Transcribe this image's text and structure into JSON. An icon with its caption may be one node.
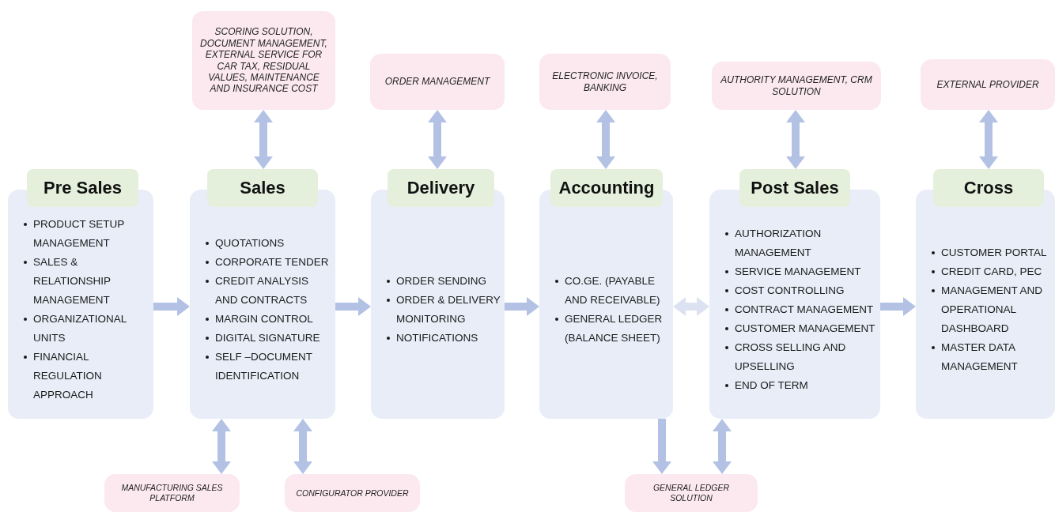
{
  "diagram": {
    "nodes": [
      {
        "text": [
          "SCORING SOLUTION, DOCUMENT MANAGEMENT, EXTERNAL SERVICE FOR CAR TAX, RESIDUAL VALUES, MAINTENANCE AND INSURANCE COST"
        ]
      },
      {
        "text": [
          "ORDER MANAGEMENT"
        ]
      },
      {
        "text": [
          "ELECTRONIC INVOICE, BANKING"
        ]
      },
      {
        "text": [
          "AUTHORITY MANAGEMENT, CRM SOLUTION"
        ]
      },
      {
        "text": [
          "EXTERNAL PROVIDER"
        ]
      },
      {
        "text": [
          "Pre Sales",
          "PRODUCT SETUP MANAGEMENT",
          "SALES & RELATIONSHIP MANAGEMENT",
          "ORGANIZATIONAL UNITS",
          "FINANCIAL REGULATION APPROACH"
        ]
      },
      {
        "text": [
          "Sales",
          "QUOTATIONS",
          "CORPORATE TENDER",
          "CREDIT ANALYSIS AND CONTRACTS",
          "MARGIN CONTROL",
          "DIGITAL SIGNATURE",
          "SELF –DOCUMENT IDENTIFICATION"
        ]
      },
      {
        "text": [
          "Delivery",
          "ORDER SENDING",
          "ORDER & DELIVERY MONITORING",
          "NOTIFICATIONS"
        ]
      },
      {
        "text": [
          "Accounting",
          "CO.GE. (PAYABLE AND RECEIVABLE)",
          "GENERAL LEDGER (BALANCE SHEET)"
        ]
      },
      {
        "text": [
          "Post Sales",
          "AUTHORIZATION MANAGEMENT",
          "SERVICE MANAGEMENT",
          "COST CONTROLLING",
          "CONTRACT MANAGEMENT",
          "CUSTOMER MANAGEMENT",
          "CROSS SELLING AND UPSELLING",
          "END OF TERM"
        ]
      },
      {
        "text": [
          "Cross",
          "CUSTOMER PORTAL",
          "CREDIT CARD, PEC",
          "MANAGEMENT AND OPERATIONAL DASHBOARD",
          "MASTER DATA MANAGEMENT"
        ]
      },
      {
        "text": [
          "MANUFACTURING SALES PLATFORM"
        ]
      },
      {
        "text": [
          "CONFIGURATOR PROVIDER"
        ]
      },
      {
        "text": [
          "GENERAL LEDGER SOLUTION"
        ]
      }
    ],
    "edges": [
      {
        "from": 5,
        "to": 6,
        "arrow": "to"
      },
      {
        "from": 6,
        "to": 7,
        "arrow": "to"
      },
      {
        "from": 7,
        "to": 8,
        "arrow": "to"
      },
      {
        "from": 8,
        "to": 9,
        "arrow": "both",
        "color": "#dce2f2"
      },
      {
        "from": 9,
        "to": 10,
        "arrow": "to"
      },
      {
        "from": 0,
        "to": 6,
        "arrow": "both"
      },
      {
        "from": 1,
        "to": 7,
        "arrow": "both"
      },
      {
        "from": 2,
        "to": 8,
        "arrow": "both"
      },
      {
        "from": 3,
        "to": 9,
        "arrow": "both"
      },
      {
        "from": 4,
        "to": 10,
        "arrow": "both"
      },
      {
        "from": 11,
        "to": 6,
        "arrow": "both"
      },
      {
        "from": 12,
        "to": 6,
        "arrow": "both"
      },
      {
        "from": 8,
        "to": 13,
        "arrow": "to"
      },
      {
        "from": 9,
        "to": 13,
        "arrow": "both"
      }
    ]
  }
}
